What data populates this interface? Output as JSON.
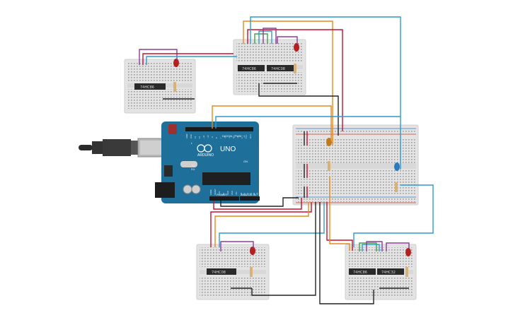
{
  "board": {
    "brand": "ARDUINO",
    "model": "UNO",
    "header_digital": "DIGITAL (PWM ~)",
    "header_power": "POWER",
    "header_analog": "ANALOG IN",
    "pins_digital": [
      "AREF",
      "GND",
      "13",
      "12",
      "~11",
      "~10",
      "~9",
      "8",
      "7",
      "~6",
      "~5",
      "4",
      "~3",
      "2",
      "TX 1",
      "RX 0"
    ],
    "pins_power": [
      "IOREF",
      "RESET",
      "3.3V",
      "5V",
      "GND",
      "GND",
      "VIN"
    ],
    "pins_analog": [
      "A0",
      "A1",
      "A2",
      "A3",
      "A4",
      "A5"
    ],
    "label_tx": "TX",
    "label_rx": "RX",
    "label_l": "L",
    "label_on": "ON"
  },
  "chips": {
    "top_a": "74HC86",
    "top_b": "74HC08",
    "top_left": "74HC86",
    "bottom_left": "74HC08",
    "bottom_right_a": "74HC86",
    "bottom_right_b": "74HC32"
  },
  "colors": {
    "wire_red": "#c8102e",
    "wire_orange": "#e8891a",
    "wire_blue": "#2e9ad0",
    "wire_green": "#3aa14a",
    "wire_purple": "#8e3a9a",
    "wire_black": "#222222",
    "board_teal": "#1f6f9b",
    "breadboard": "#e6e6e6"
  }
}
